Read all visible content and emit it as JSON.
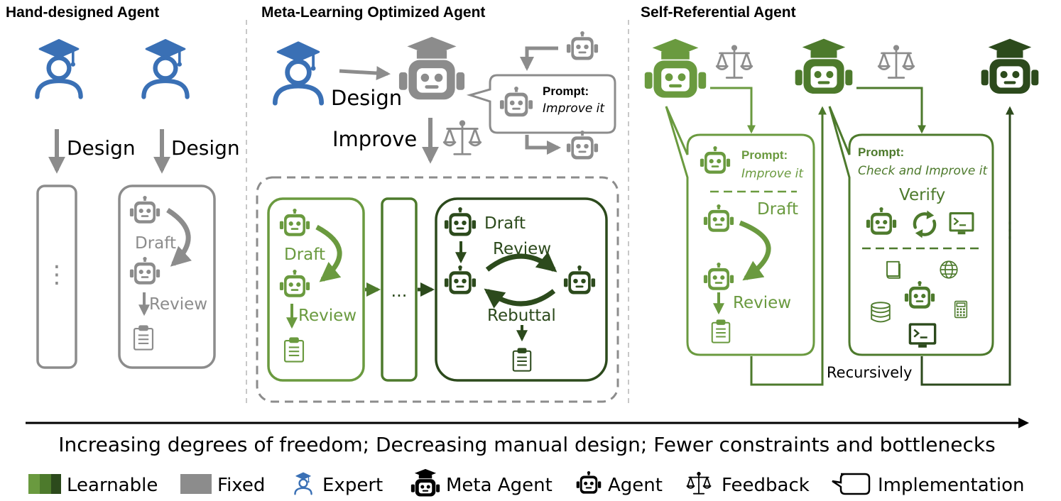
{
  "sections": {
    "hand": "Hand-designed Agent",
    "meta": "Meta-Learning Optimized Agent",
    "self": "Self-Referential Agent"
  },
  "labels": {
    "design": "Design",
    "improve": "Improve",
    "draft": "Draft",
    "review": "Review",
    "rebuttal": "Rebuttal",
    "ellipsis": "...",
    "vdots": "⋮",
    "prompt": "Prompt:",
    "improve_it": "Improve it",
    "check_improve": "Check and Improve it",
    "verify": "Verify",
    "recursively": "Recursively"
  },
  "axis_caption": "Increasing degrees of freedom; Decreasing manual design; Fewer constraints and bottlenecks",
  "legend": {
    "learnable": "Learnable",
    "fixed": "Fixed",
    "expert": "Expert",
    "meta_agent": "Meta Agent",
    "agent": "Agent",
    "feedback": "Feedback",
    "implementation": "Implementation"
  },
  "colors": {
    "expert_blue": "#3a70b5",
    "fixed_gray": "#8c8c8c",
    "green_light": "#6a9a3f",
    "green_mid": "#4d7a2c",
    "green_dark": "#2c4a1c"
  },
  "icons": [
    "expert-icon",
    "agent-icon",
    "meta-agent-icon",
    "scales-icon",
    "clipboard-icon",
    "book-icon",
    "globe-icon",
    "database-icon",
    "calculator-icon",
    "terminal-icon",
    "cycle-icon"
  ]
}
